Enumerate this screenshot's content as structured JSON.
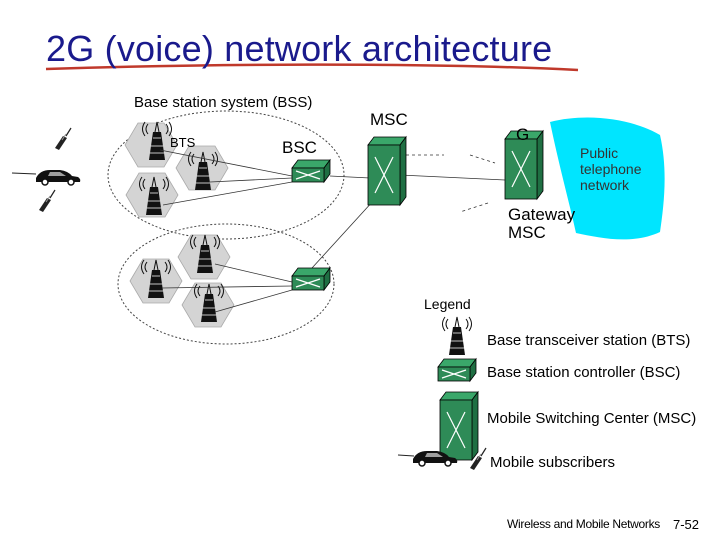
{
  "slide": {
    "title": "2G (voice) network architecture",
    "footer": "Wireless and Mobile Networks",
    "page_number": "7-52"
  },
  "diagram": {
    "bss_label": "Base station system (BSS)",
    "bts_label": "BTS",
    "bsc_label": "BSC",
    "msc_label": "MSC",
    "g_label": "G",
    "gateway_label_line1": "Gateway",
    "gateway_label_line2": "MSC",
    "public_network_line1": "Public",
    "public_network_line2": "telephone",
    "public_network_line3": "network",
    "colors": {
      "title": "#1a1a8c",
      "title_underline": "#c0392b",
      "cell_fill": "#d4d4d4",
      "node_fill": "#2e8b57",
      "public_network_fill": "#00e5ff"
    }
  },
  "legend": {
    "title": "Legend",
    "items": [
      {
        "icon": "bts-tower-icon",
        "label": "Base transceiver station (BTS)"
      },
      {
        "icon": "bsc-box-icon",
        "label": "Base station controller (BSC)"
      },
      {
        "icon": "msc-box-icon",
        "label": "Mobile Switching Center (MSC)"
      },
      {
        "icon": "mobile-subscriber-icon",
        "label": "Mobile subscribers"
      }
    ]
  }
}
